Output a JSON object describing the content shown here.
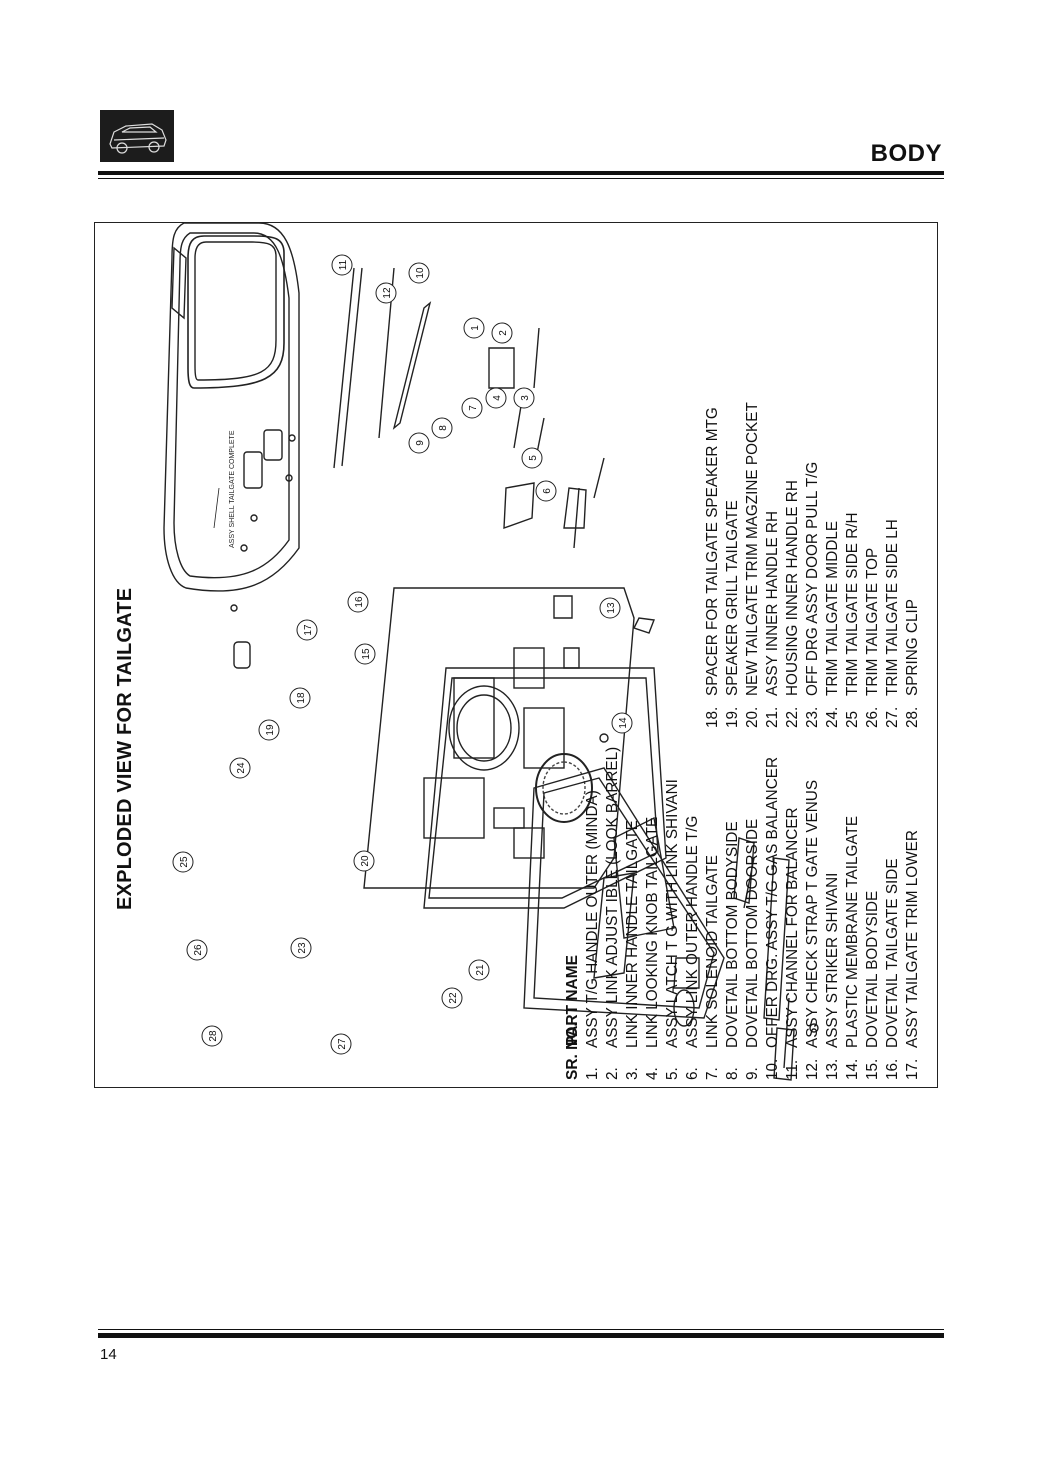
{
  "header": {
    "section": "BODY"
  },
  "diagram": {
    "title": "EXPLODED VIEW FOR  TAILGATE",
    "shell_label": "ASSY SHELL TAILGATE COMPLETE",
    "callouts": [
      "1",
      "2",
      "3",
      "4",
      "5",
      "6",
      "7",
      "8",
      "9",
      "10",
      "11",
      "12",
      "13",
      "14",
      "15",
      "16",
      "17",
      "18",
      "19",
      "20",
      "21",
      "22",
      "23",
      "24",
      "25",
      "26",
      "27",
      "28"
    ]
  },
  "parts_table": {
    "col_sr": "SR. NO.",
    "col_name": "PART NAME",
    "rows": [
      {
        "no": "1.",
        "name": "ASSY T/G HANDLE OUTER (MINDA)"
      },
      {
        "no": "2.",
        "name": "ASSY LINK ADJUST IBLE (LOOK BARREL)"
      },
      {
        "no": "3.",
        "name": "LINK INNER HANDLE TAILGATE"
      },
      {
        "no": "4.",
        "name": "LINK LOOKING KNOB TAILGATE"
      },
      {
        "no": "5.",
        "name": "ASSY LATCH T G WITH LINK SHIVANI"
      },
      {
        "no": "6.",
        "name": "ASSY LINK OUTER HANDLE T/G"
      },
      {
        "no": "7.",
        "name": "LINK SOLENOID TAILGATE"
      },
      {
        "no": "8.",
        "name": "DOVETAIL BOTTOM BODYSIDE"
      },
      {
        "no": "9.",
        "name": "DOVETAIL BOTTOM DOORSIDE"
      },
      {
        "no": "10.",
        "name": "OFFER DRG. ASSY T/G GAS BALANCER"
      },
      {
        "no": "11.",
        "name": "ASSY CHANNEL FOR BALANCER"
      },
      {
        "no": "12.",
        "name": "ASSY CHECK STRAP T GATE VENUS"
      },
      {
        "no": "13.",
        "name": "ASSY STRIKER SHIVANI"
      },
      {
        "no": "14.",
        "name": "PLASTIC MEMBRANE TAILGATE"
      },
      {
        "no": "15.",
        "name": "DOVETAIL BODYSIDE"
      },
      {
        "no": "16.",
        "name": "DOVETAIL TAILGATE SIDE"
      },
      {
        "no": "17.",
        "name": "ASSY TAILGATE TRIM LOWER"
      },
      {
        "no": "18.",
        "name": "SPACER FOR TAILGATE SPEAKER MTG"
      },
      {
        "no": "19.",
        "name": "SPEAKER GRILL TAILGATE"
      },
      {
        "no": "20.",
        "name": "NEW TAILGATE TRIM MAGZINE POCKET"
      },
      {
        "no": "21.",
        "name": "ASSY INNER HANDLE RH"
      },
      {
        "no": "22.",
        "name": "HOUSING INNER HANDLE RH"
      },
      {
        "no": "23.",
        "name": "OFF DRG ASSY DOOR PULL T/G"
      },
      {
        "no": "24.",
        "name": "TRIM TAILGATE MIDDLE"
      },
      {
        "no": "25",
        "name": "TRIM TAILGATE SIDE R/H"
      },
      {
        "no": "26.",
        "name": "TRIM TAILGATE TOP"
      },
      {
        "no": "27.",
        "name": "TRIM TAILGATE SIDE LH"
      },
      {
        "no": "28.",
        "name": "SPRING CLIP"
      }
    ]
  },
  "footer": {
    "page": "14"
  }
}
